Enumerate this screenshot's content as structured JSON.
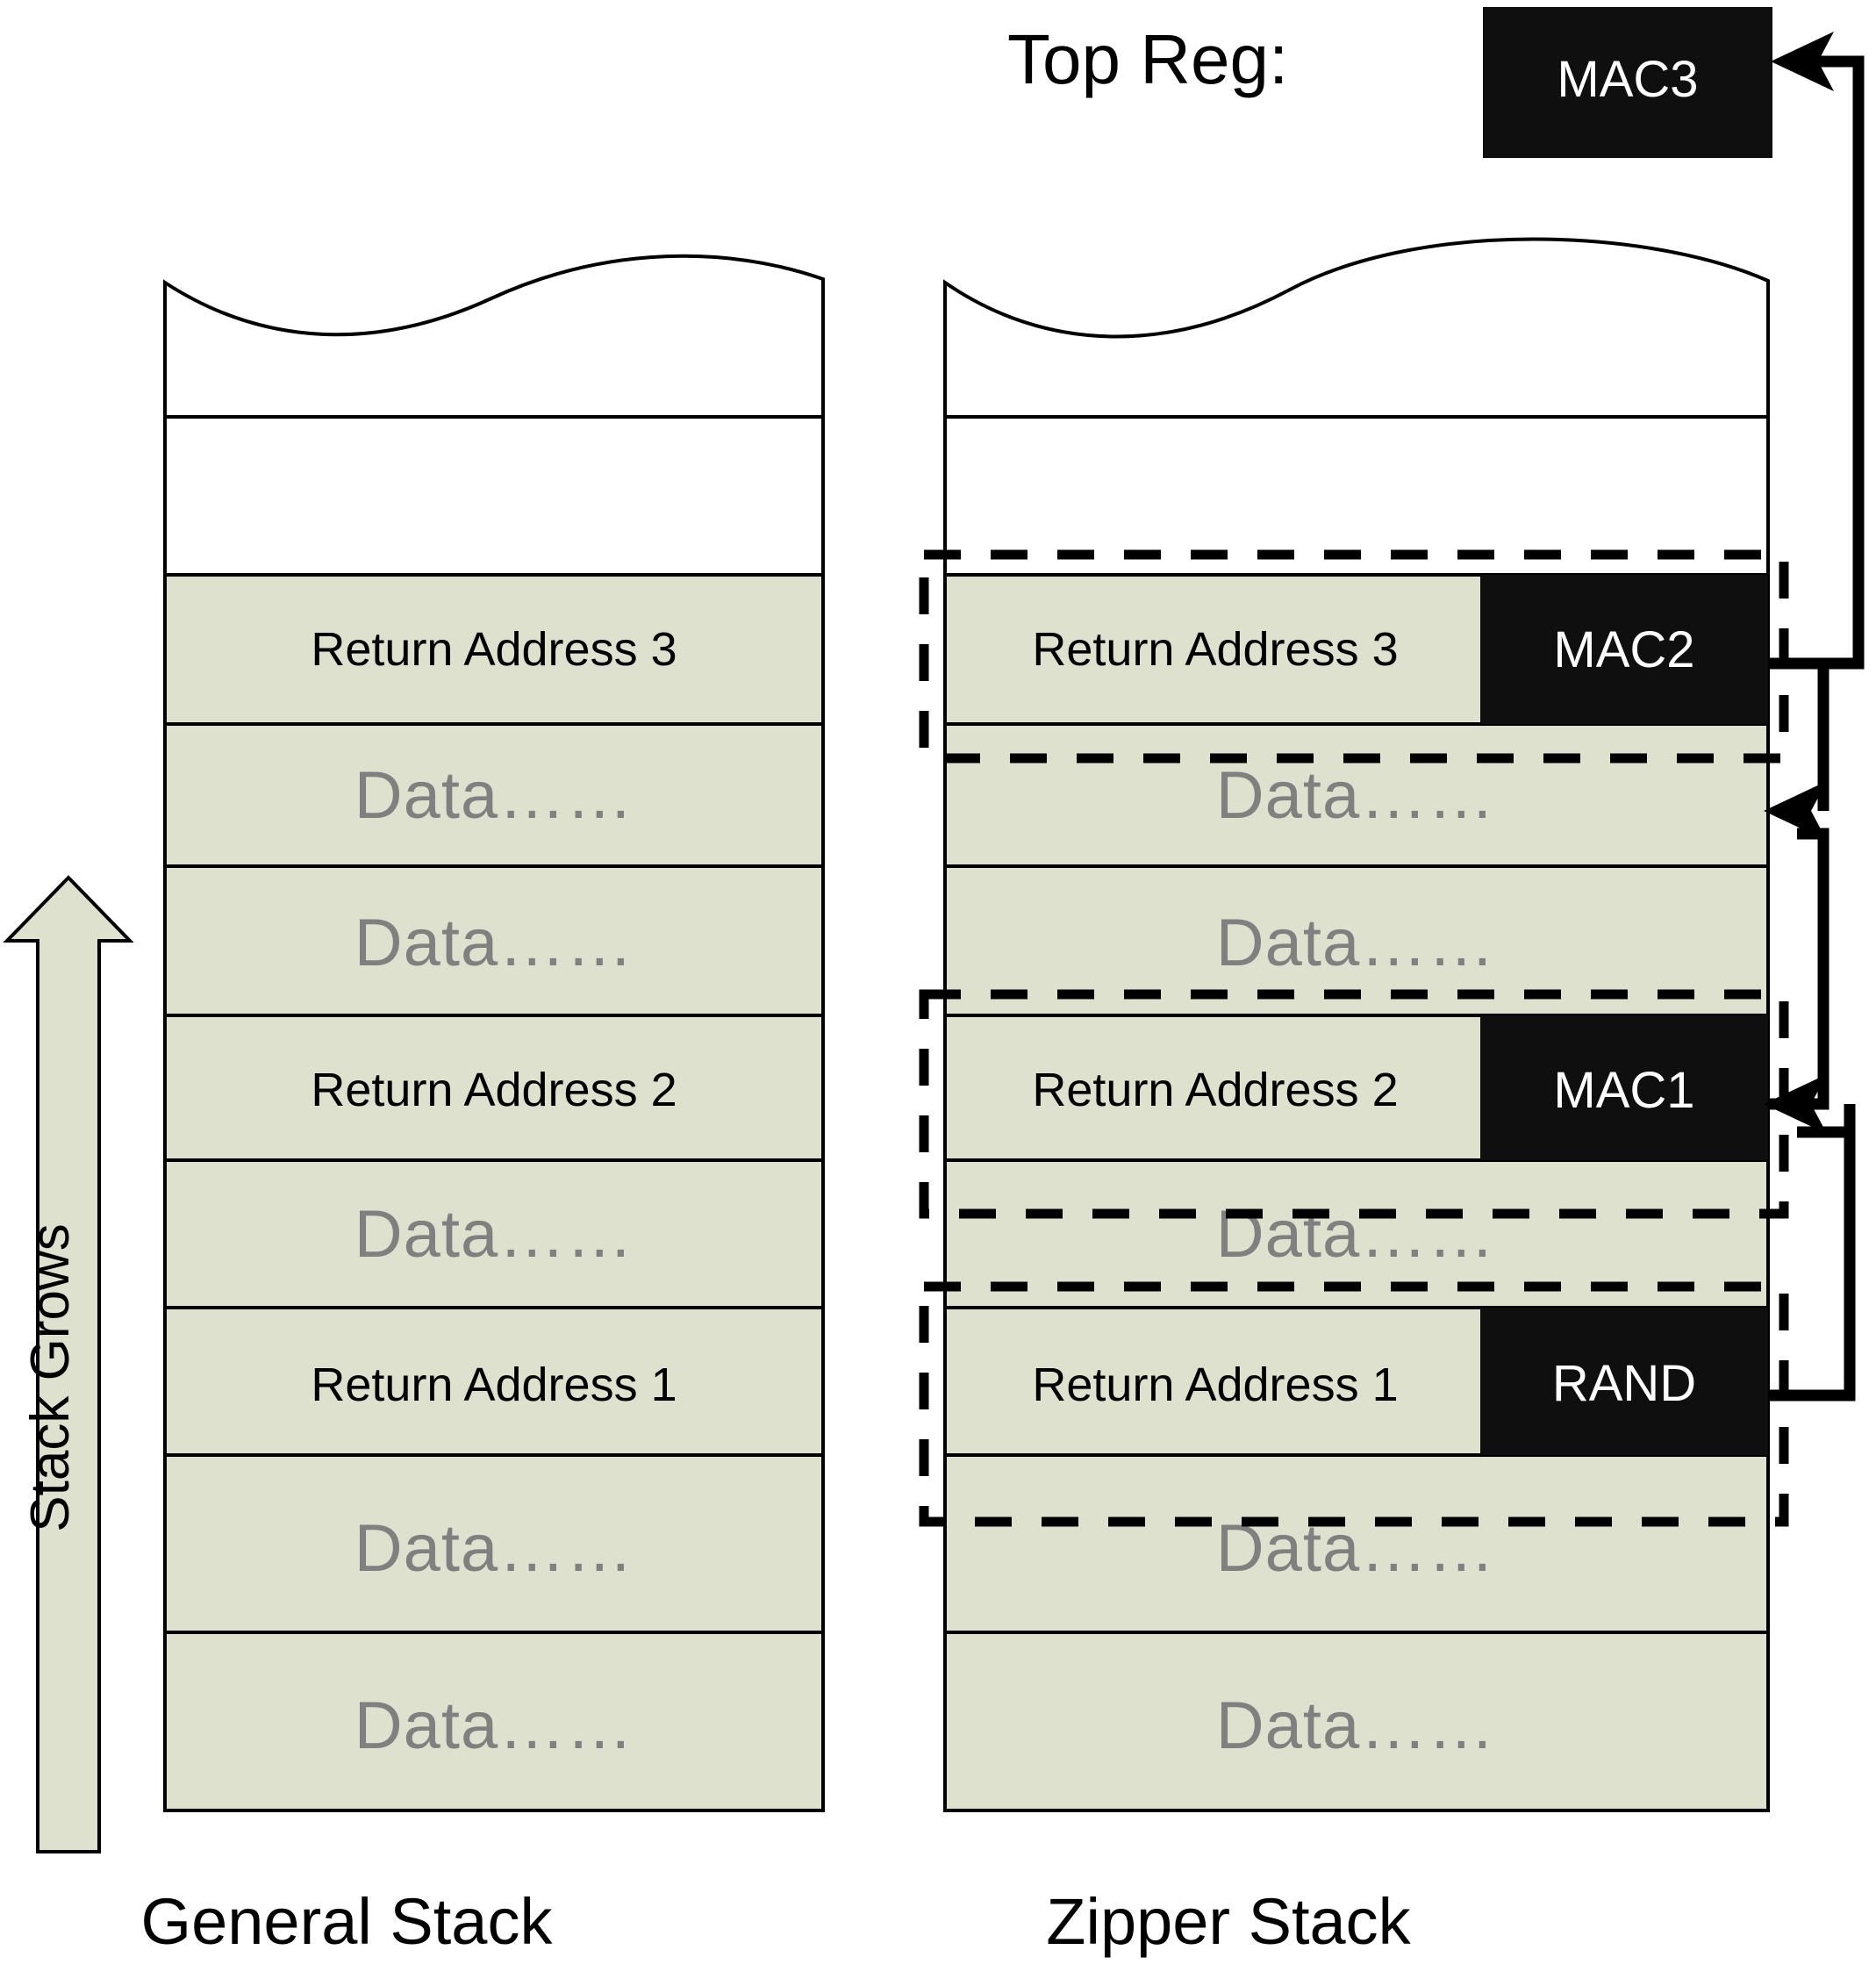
{
  "figure": {
    "title_left": "General Stack",
    "title_right": "Zipper Stack",
    "grow_label": "Stack Grows",
    "top_reg_label": "Top Reg:",
    "top_reg_value": "MAC3"
  },
  "colors": {
    "cell_fill": "#dee1cd",
    "mac_fill": "#0f0f0f",
    "stroke": "#000000",
    "data_text": "#808080",
    "white": "#ffffff"
  },
  "general_stack": {
    "name": "General Stack",
    "rows": [
      {
        "label": "",
        "kind": "empty"
      },
      {
        "label": "Return Address 3",
        "kind": "return"
      },
      {
        "label": "Data……",
        "kind": "data"
      },
      {
        "label": "Data……",
        "kind": "data"
      },
      {
        "label": "Return Address 2",
        "kind": "return"
      },
      {
        "label": "Data……",
        "kind": "data"
      },
      {
        "label": "Return Address 1",
        "kind": "return"
      },
      {
        "label": "Data……",
        "kind": "data"
      },
      {
        "label": "Data……",
        "kind": "data"
      }
    ]
  },
  "zipper_stack": {
    "name": "Zipper Stack",
    "rows": [
      {
        "label": "",
        "kind": "empty",
        "mac": ""
      },
      {
        "label": "Return Address 3",
        "kind": "return",
        "mac": "MAC2"
      },
      {
        "label": "Data……",
        "kind": "data",
        "mac": ""
      },
      {
        "label": "Data……",
        "kind": "data",
        "mac": ""
      },
      {
        "label": "Return Address 2",
        "kind": "return",
        "mac": "MAC1"
      },
      {
        "label": "Data……",
        "kind": "data",
        "mac": ""
      },
      {
        "label": "Return Address 1",
        "kind": "return",
        "mac": "RAND"
      },
      {
        "label": "Data……",
        "kind": "data",
        "mac": ""
      },
      {
        "label": "Data……",
        "kind": "data",
        "mac": ""
      }
    ],
    "mac_chain": [
      {
        "from": "RAND",
        "to": "MAC1"
      },
      {
        "from": "MAC1",
        "to": "MAC2"
      },
      {
        "from": "MAC2",
        "to": "MAC3"
      }
    ]
  }
}
